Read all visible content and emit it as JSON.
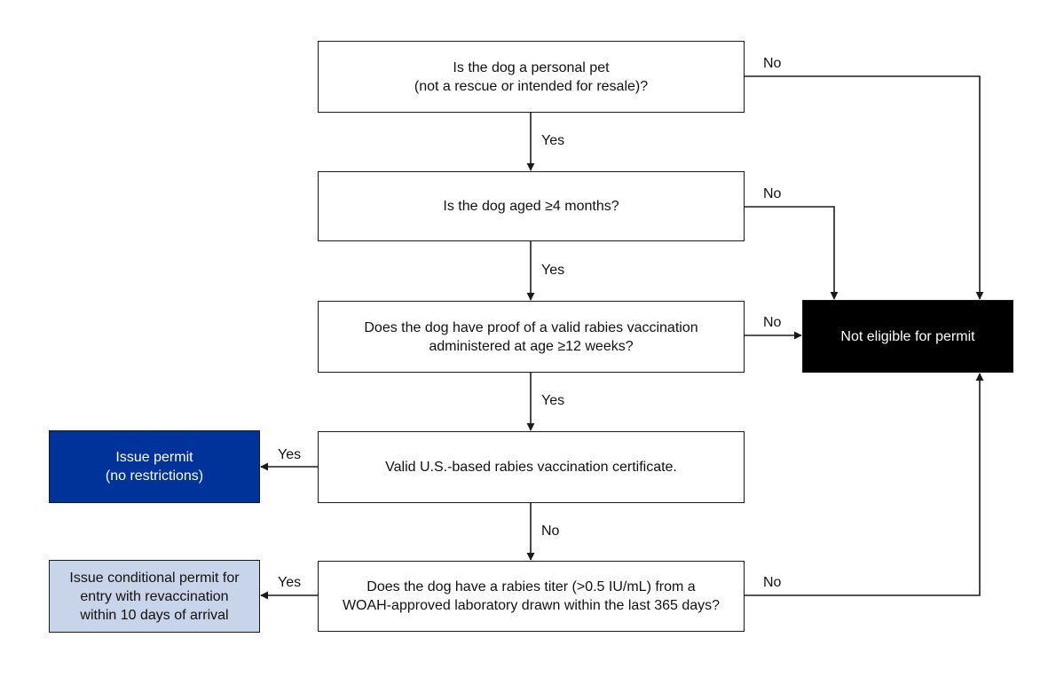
{
  "colors": {
    "line": "#1a1a1a",
    "not_eligible_fill": "#000000",
    "not_eligible_text": "#ffffff",
    "issue_permit_fill": "#003399",
    "issue_permit_text": "#ffffff",
    "conditional_fill": "#c8d4ea",
    "conditional_text": "#111111"
  },
  "nodes": {
    "q_pet": "Is the dog a personal pet\n(not a rescue or intended for resale)?",
    "q_age": "Is the dog aged ≥4 months?",
    "q_proof": "Does the dog have proof of a valid rabies vaccination\nadministered at age ≥12 weeks?",
    "q_cert": "Valid U.S.-based rabies vaccination certificate.",
    "q_titer": "Does the dog have a rabies titer (>0.5 IU/mL) from a\nWOAH-approved laboratory drawn within the last 365 days?",
    "not_eligible": "Not eligible for permit",
    "issue_permit": "Issue permit\n(no restrictions)",
    "conditional_permit": "Issue conditional permit for\nentry with revaccination\nwithin 10 days of arrival"
  },
  "edge_labels": {
    "pet_yes": "Yes",
    "pet_no": "No",
    "age_yes": "Yes",
    "age_no": "No",
    "proof_yes": "Yes",
    "proof_no": "No",
    "cert_yes": "Yes",
    "cert_no": "No",
    "titer_yes": "Yes",
    "titer_no": "No"
  }
}
